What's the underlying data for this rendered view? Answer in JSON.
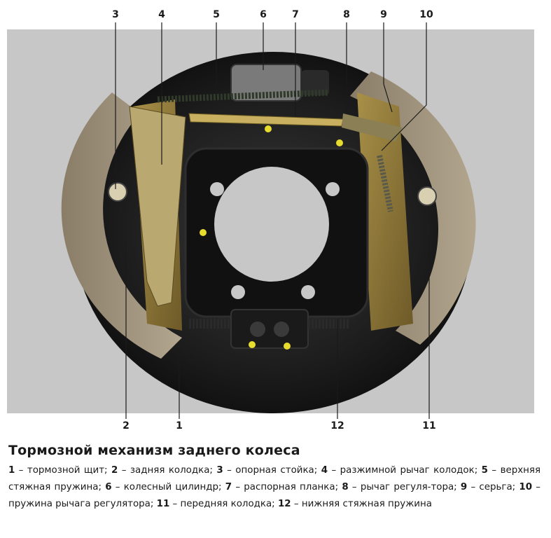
{
  "figure": {
    "callouts": [
      {
        "n": "3"
      },
      {
        "n": "4"
      },
      {
        "n": "5"
      },
      {
        "n": "6"
      },
      {
        "n": "7"
      },
      {
        "n": "8"
      },
      {
        "n": "9"
      },
      {
        "n": "10"
      },
      {
        "n": "2"
      },
      {
        "n": "1"
      },
      {
        "n": "12"
      },
      {
        "n": "11"
      }
    ]
  },
  "caption": {
    "title": "Тормозной механизм заднего колеса",
    "items": [
      {
        "num": "1",
        "text": " – тормозной щит; "
      },
      {
        "num": "2",
        "text": " – задняя колодка; "
      },
      {
        "num": "3",
        "text": " – опорная стойка; "
      },
      {
        "num": "4",
        "text": " – разжимной рычаг колодок; "
      },
      {
        "num": "5",
        "text": " – верхняя стяжная пружина; "
      },
      {
        "num": "6",
        "text": " – колесный цилиндр; "
      },
      {
        "num": "7",
        "text": " – распорная планка; "
      },
      {
        "num": "8",
        "text": " – рычаг регуля-тора; "
      },
      {
        "num": "9",
        "text": " – серьга; "
      },
      {
        "num": "10",
        "text": " – пружина рычага регулятора; "
      },
      {
        "num": "11",
        "text": " – передняя колодка; "
      },
      {
        "num": "12",
        "text": " – нижняя стяжная пружина"
      }
    ]
  }
}
